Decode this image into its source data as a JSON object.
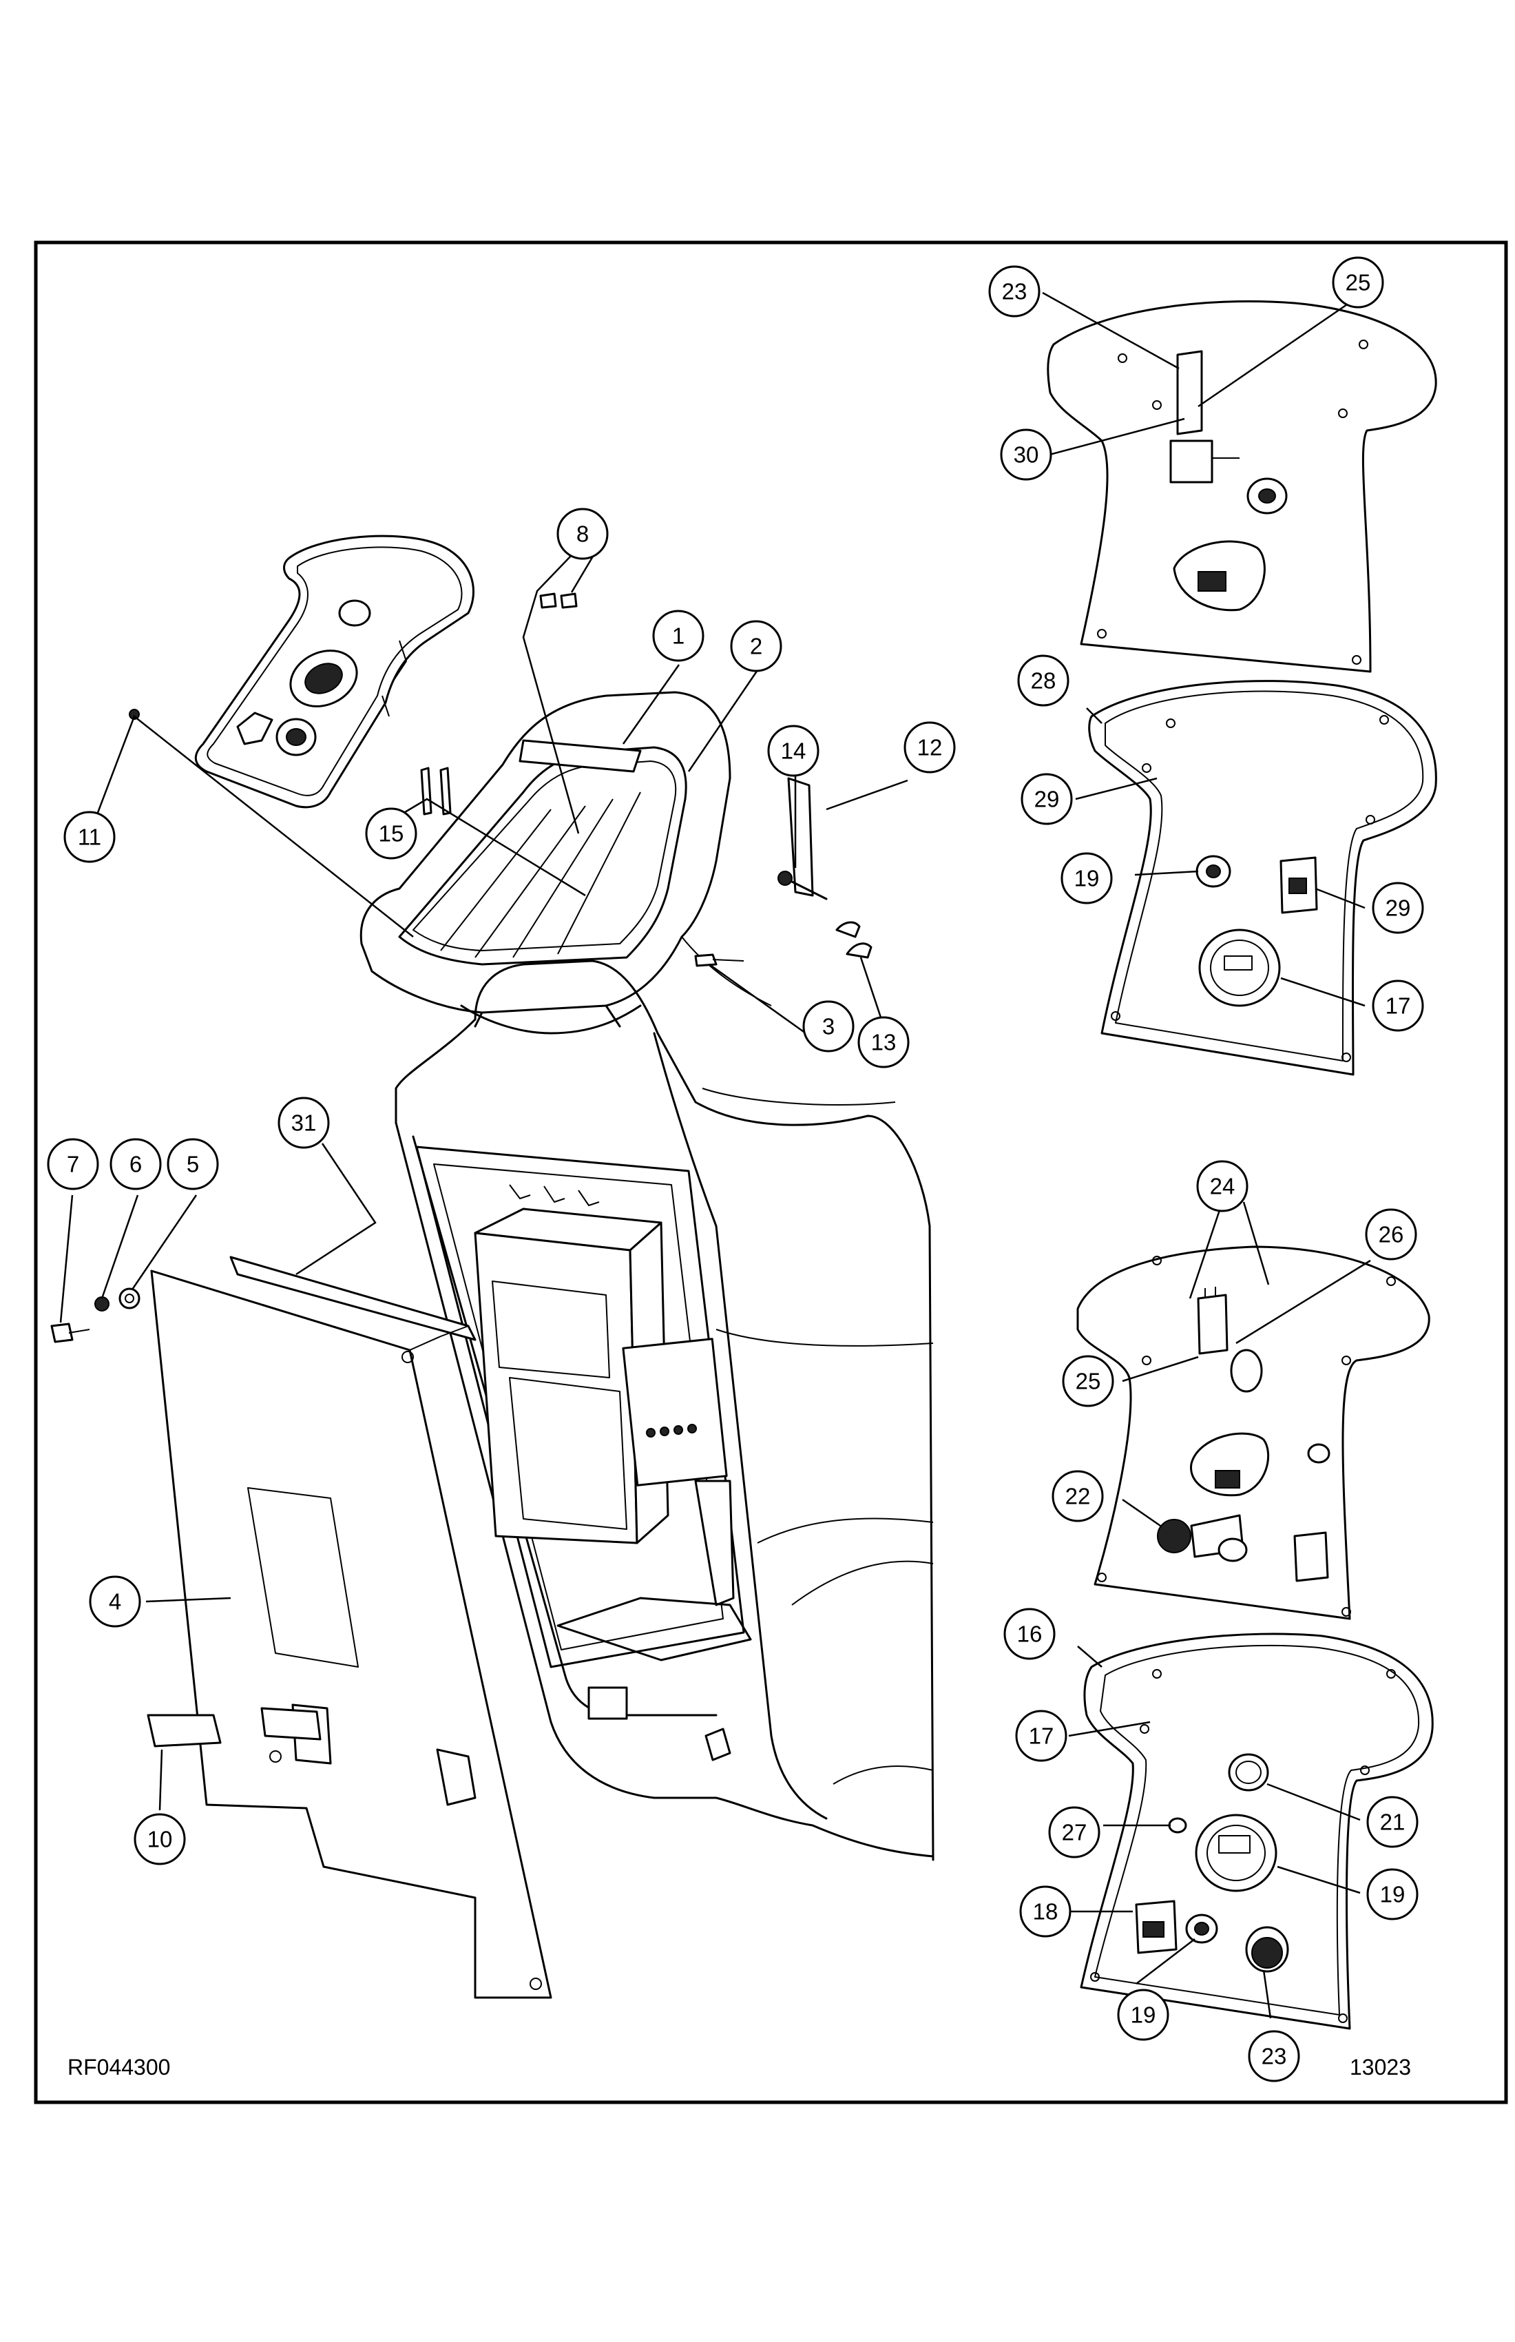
{
  "drawing": {
    "ref_left": "RF044300",
    "ref_right": "13023"
  },
  "callouts": [
    {
      "id": "c8",
      "label": "8"
    },
    {
      "id": "c1",
      "label": "1"
    },
    {
      "id": "c2",
      "label": "2"
    },
    {
      "id": "c14",
      "label": "14"
    },
    {
      "id": "c12",
      "label": "12"
    },
    {
      "id": "c11",
      "label": "11"
    },
    {
      "id": "c15",
      "label": "15"
    },
    {
      "id": "c3",
      "label": "3"
    },
    {
      "id": "c13",
      "label": "13"
    },
    {
      "id": "c31",
      "label": "31"
    },
    {
      "id": "c7",
      "label": "7"
    },
    {
      "id": "c6",
      "label": "6"
    },
    {
      "id": "c5",
      "label": "5"
    },
    {
      "id": "c4",
      "label": "4"
    },
    {
      "id": "c10",
      "label": "10"
    },
    {
      "id": "d23a",
      "label": "23"
    },
    {
      "id": "d25a",
      "label": "25"
    },
    {
      "id": "d30",
      "label": "30"
    },
    {
      "id": "e28",
      "label": "28"
    },
    {
      "id": "e29a",
      "label": "29"
    },
    {
      "id": "e19",
      "label": "19"
    },
    {
      "id": "e29b",
      "label": "29"
    },
    {
      "id": "e17",
      "label": "17"
    },
    {
      "id": "f24",
      "label": "24"
    },
    {
      "id": "f26",
      "label": "26"
    },
    {
      "id": "f25",
      "label": "25"
    },
    {
      "id": "f22",
      "label": "22"
    },
    {
      "id": "g16",
      "label": "16"
    },
    {
      "id": "g17",
      "label": "17"
    },
    {
      "id": "g21",
      "label": "21"
    },
    {
      "id": "g27",
      "label": "27"
    },
    {
      "id": "g19a",
      "label": "19"
    },
    {
      "id": "g18",
      "label": "18"
    },
    {
      "id": "g19b",
      "label": "19"
    },
    {
      "id": "g23",
      "label": "23"
    }
  ]
}
